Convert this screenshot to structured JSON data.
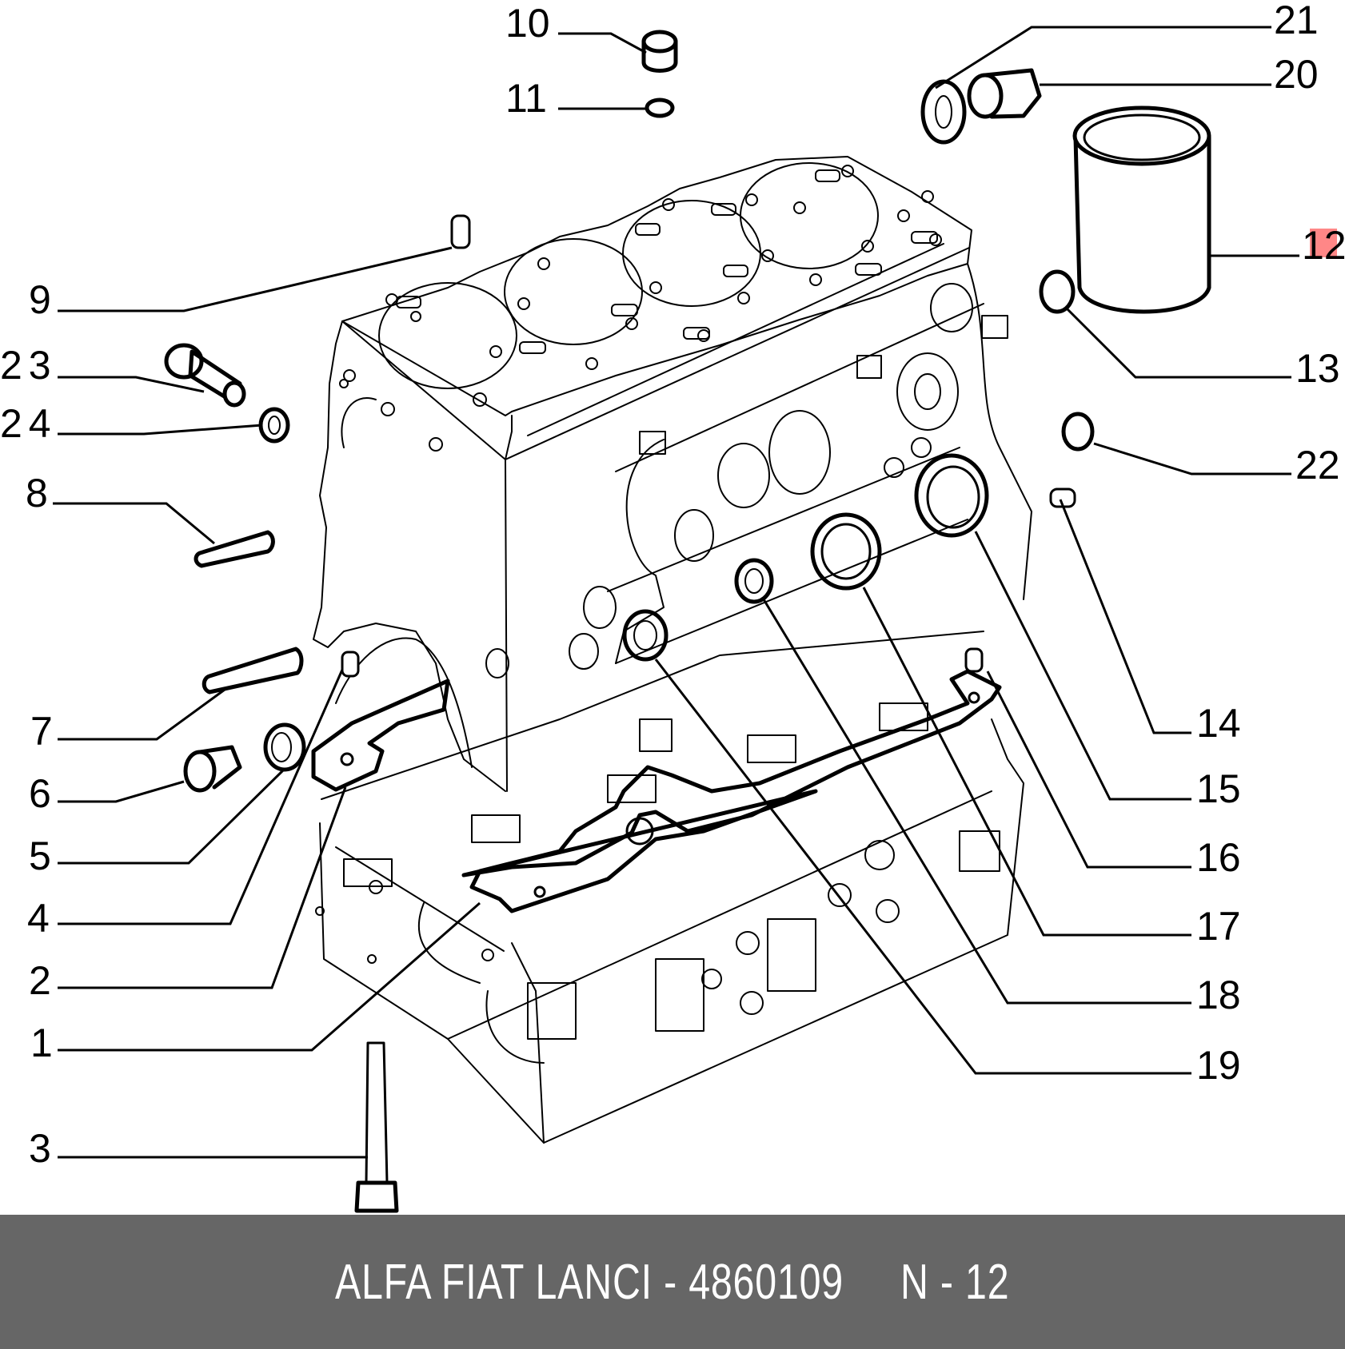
{
  "diagram": {
    "title": "Engine block exploded parts diagram",
    "highlight_color": "#ff4646",
    "highlighted_part": "12",
    "callouts": [
      {
        "id": "1",
        "label": "1",
        "part": "oil-pan-gasket"
      },
      {
        "id": "2",
        "label": "2",
        "part": "gasket-front"
      },
      {
        "id": "3",
        "label": "3",
        "part": "main-bearing-bolt"
      },
      {
        "id": "4",
        "label": "4",
        "part": "dowel-pin"
      },
      {
        "id": "5",
        "label": "5",
        "part": "seal-ring"
      },
      {
        "id": "6",
        "label": "6",
        "part": "drain-plug"
      },
      {
        "id": "7",
        "label": "7",
        "part": "stud-long"
      },
      {
        "id": "8",
        "label": "8",
        "part": "stud-short"
      },
      {
        "id": "9",
        "label": "9",
        "part": "dowel-pin-top"
      },
      {
        "id": "10",
        "label": "10",
        "part": "bushing"
      },
      {
        "id": "11",
        "label": "11",
        "part": "washer"
      },
      {
        "id": "12",
        "label": "12",
        "part": "cylinder-liner"
      },
      {
        "id": "13",
        "label": "13",
        "part": "plug-cap"
      },
      {
        "id": "14",
        "label": "14",
        "part": "dowel-pin-right"
      },
      {
        "id": "15",
        "label": "15",
        "part": "core-plug-large"
      },
      {
        "id": "16",
        "label": "16",
        "part": "dowel-pin-lower"
      },
      {
        "id": "17",
        "label": "17",
        "part": "core-plug-medium"
      },
      {
        "id": "18",
        "label": "18",
        "part": "core-plug-small"
      },
      {
        "id": "19",
        "label": "19",
        "part": "core-plug-side"
      },
      {
        "id": "20",
        "label": "20",
        "part": "threaded-plug"
      },
      {
        "id": "21",
        "label": "21",
        "part": "sealing-washer"
      },
      {
        "id": "22",
        "label": "22",
        "part": "cap-plug"
      },
      {
        "id": "23",
        "label": "23",
        "part": "banjo-bolt"
      },
      {
        "id": "24",
        "label": "24",
        "part": "copper-washer"
      }
    ]
  },
  "footer": {
    "brand": "ALFA FIAT LANCI",
    "separator": " - ",
    "part_number": "4860109",
    "position_label": "N - 12",
    "full_text": "ALFA FIAT LANCI - 4860109     N - 12",
    "background": "#666666",
    "text_color": "#ffffff"
  }
}
